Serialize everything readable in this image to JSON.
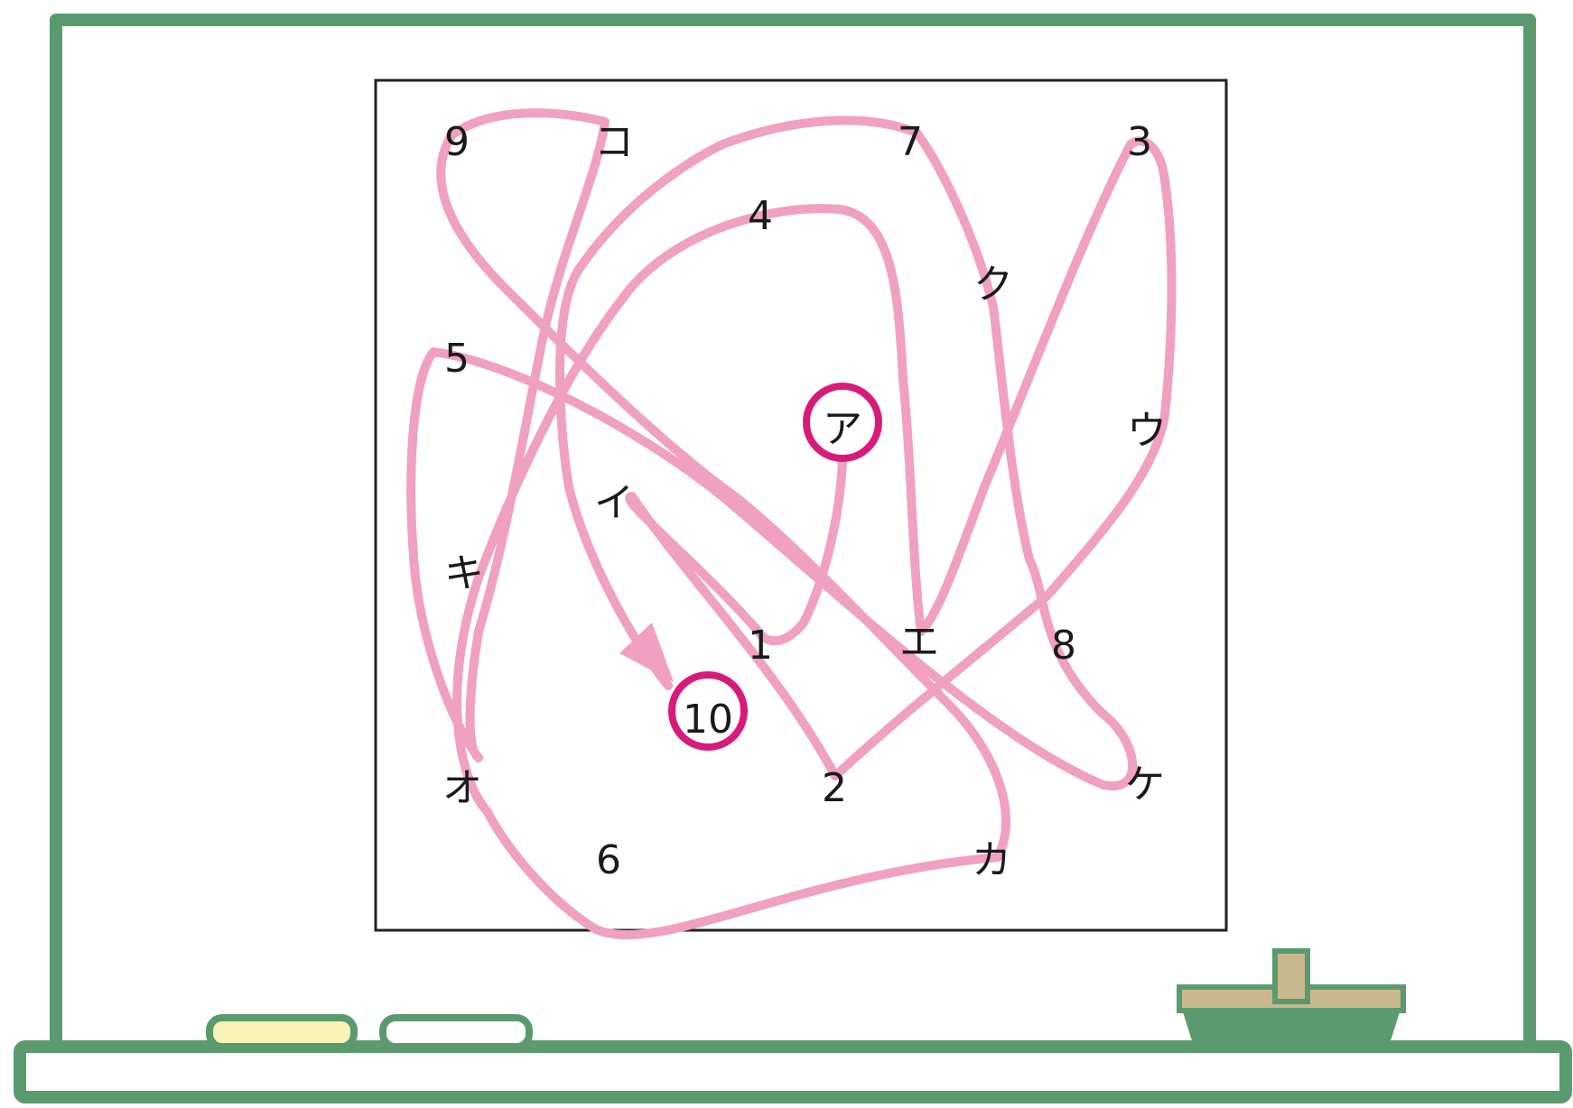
{
  "puzzle": {
    "labels": [
      {
        "id": "9",
        "text": "9"
      },
      {
        "id": "ko",
        "text": "コ"
      },
      {
        "id": "7",
        "text": "7"
      },
      {
        "id": "3",
        "text": "3"
      },
      {
        "id": "4",
        "text": "4"
      },
      {
        "id": "ku",
        "text": "ク"
      },
      {
        "id": "5",
        "text": "5"
      },
      {
        "id": "a",
        "text": "ア"
      },
      {
        "id": "u",
        "text": "ウ"
      },
      {
        "id": "i",
        "text": "イ"
      },
      {
        "id": "ki",
        "text": "キ"
      },
      {
        "id": "1",
        "text": "1"
      },
      {
        "id": "e",
        "text": "エ"
      },
      {
        "id": "8",
        "text": "8"
      },
      {
        "id": "10",
        "text": "10"
      },
      {
        "id": "o",
        "text": "オ"
      },
      {
        "id": "2",
        "text": "2"
      },
      {
        "id": "ke",
        "text": "ケ"
      },
      {
        "id": "6",
        "text": "6"
      },
      {
        "id": "ka",
        "text": "カ"
      }
    ],
    "circled": [
      "a",
      "10"
    ]
  },
  "colors": {
    "board_frame": "#5a9a6e",
    "path": "#f0a0c0",
    "circle": "#d81b7a",
    "chalk_yellow": "#f8f3b6",
    "eraser_felt": "#c9b88e",
    "eraser_body": "#5a9a6e",
    "panel_border": "#222222"
  }
}
